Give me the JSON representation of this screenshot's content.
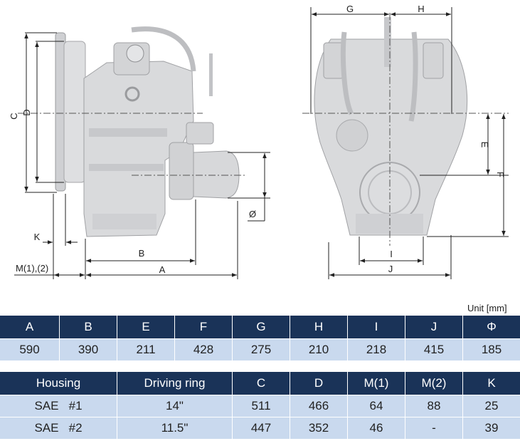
{
  "unit_label": "Unit [mm]",
  "dimension_labels": {
    "A": "A",
    "B": "B",
    "C": "C",
    "D": "D",
    "E": "E",
    "F": "F",
    "G": "G",
    "H": "H",
    "I": "I",
    "J": "J",
    "K": "K",
    "M": "M(1),(2)",
    "PHI": "Ø"
  },
  "table1": {
    "headers": [
      "A",
      "B",
      "E",
      "F",
      "G",
      "H",
      "I",
      "J",
      "Φ"
    ],
    "values": [
      "590",
      "390",
      "211",
      "428",
      "275",
      "210",
      "218",
      "415",
      "185"
    ]
  },
  "table2": {
    "headers": [
      "Housing",
      "Driving ring",
      "C",
      "D",
      "M(1)",
      "M(2)",
      "K"
    ],
    "rows": [
      [
        "SAE   #1",
        "14\"",
        "511",
        "466",
        "64",
        "88",
        "25"
      ],
      [
        "SAE   #2",
        "11.5\"",
        "447",
        "352",
        "46",
        "-",
        "39"
      ]
    ]
  },
  "colors": {
    "header_bg": "#1a3358",
    "cell_bg": "#c9d9ee",
    "machine_fill": "#d9dadc",
    "machine_shadow": "#b9babd"
  }
}
